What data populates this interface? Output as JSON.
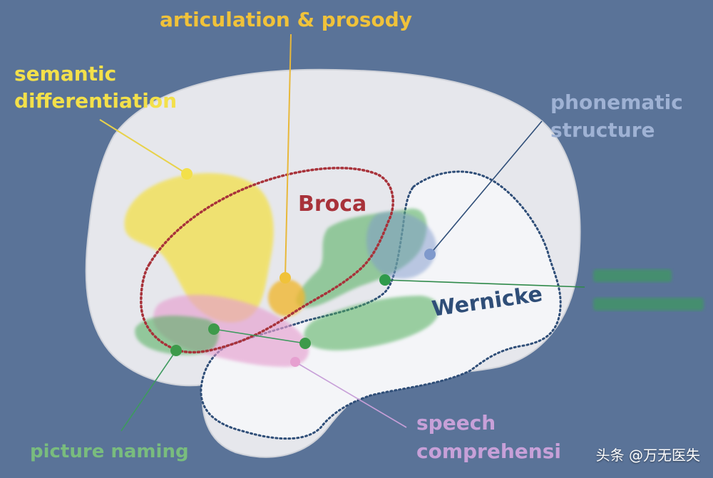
{
  "labels": {
    "articulation": "articulation & prosody",
    "semantic_line1": "semantic",
    "semantic_line2": "differentiation",
    "phonematic_line1": "phonematic",
    "phonematic_line2": "structure",
    "broca": "Broca",
    "wernicke": "Wernicke",
    "speech_line1": "speech",
    "speech_line2": "comprehensi",
    "picture_naming": "picture naming"
  },
  "watermark": "头条 @万无医失",
  "colors": {
    "background": "#5a7398",
    "brain": "#e6e7ec",
    "semantic": "#f3e04a",
    "articulation": "#f0c23a",
    "phonematic": "#7f99cc",
    "broca": "#a8323a",
    "wernicke": "#2f4e78",
    "green": "#4fae5a",
    "pink": "#e6a0d0"
  }
}
